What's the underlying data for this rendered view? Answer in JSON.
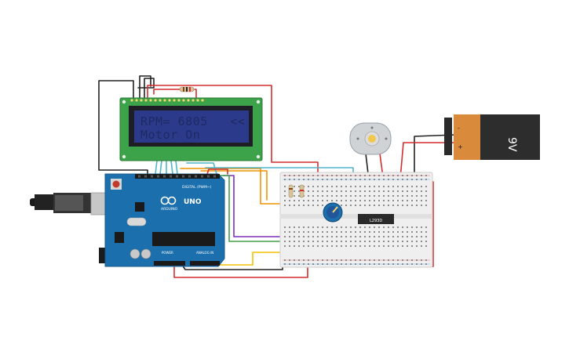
{
  "lcd": {
    "line1": "RPM= 6805   <<",
    "line2": "Motor On"
  },
  "battery": {
    "label": "9V",
    "terminal_neg": "-",
    "terminal_pos": "+"
  },
  "arduino": {
    "brand": "ARDUINO",
    "model": "UNO",
    "digital_label": "DIGITAL (PWM~)",
    "power_label": "POWER",
    "analog_label": "ANALOG IN"
  },
  "driver_ic": {
    "label": "L293D"
  },
  "colors": {
    "wire_red": "#d32f2f",
    "wire_black": "#222222",
    "wire_orange": "#f39200",
    "wire_purple": "#7b2fbf",
    "wire_green": "#43a047",
    "wire_yellow": "#f2c200",
    "wire_cyan": "#4fb6c8",
    "lcd_board": "#3da34a",
    "lcd_screen": "#2b3a8a",
    "arduino_board": "#1b6fad",
    "battery_orange": "#d98a3a"
  }
}
